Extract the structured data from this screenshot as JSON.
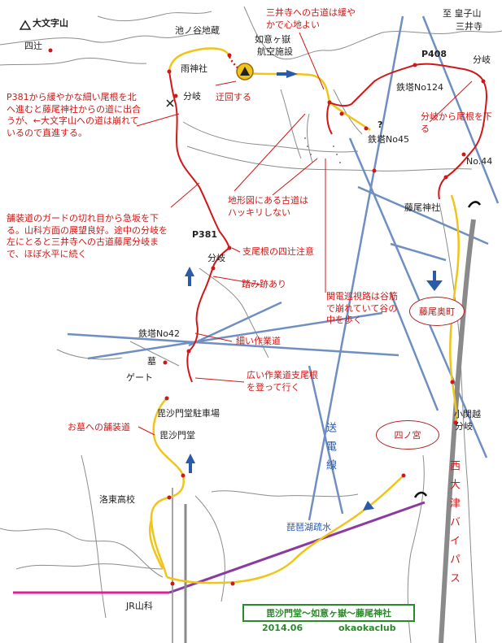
{
  "map": {
    "title_box": "毘沙門堂～如意ヶ嶽～藤尾神社",
    "date": "2014.06",
    "author": "okaokaclub",
    "peak_label": "大文字山",
    "heading_direction": "至 皇子山",
    "heading_direction2": "三井寺",
    "places": {
      "yotsutsuji": "四辻",
      "ikenoya_jizo": "池ノ谷地蔵",
      "nyoigatake": "如意ヶ嶽",
      "aviation": "航空施設",
      "amejinja": "雨神社",
      "bunki1": "分岐",
      "ukai": "迂回する",
      "p408": "P408",
      "bunki_ne": "分岐",
      "tetto124": "鉄塔No124",
      "tetto45": "鉄塔No45",
      "question": "?",
      "no44": "No.44",
      "fujio_jinja": "藤尾神社",
      "p381": "P381",
      "bunki2": "分岐",
      "tetto42": "鉄塔No42",
      "haka": "墓",
      "gate": "ゲート",
      "bishamon_parking": "毘沙門堂駐車場",
      "bishamondo": "毘沙門堂",
      "rakuto_hs": "洛東高校",
      "biwako_sosui": "琵琶湖疏水",
      "jr_yamashina": "JR山科",
      "kozeki": "小関越",
      "bunki3": "分岐",
      "shinomiya": "四ノ宮",
      "fujio_okumachi": "藤尾奥町",
      "sodensen": "送電線",
      "nishi_otsu_bypass": "西大津バイパス"
    },
    "notes": {
      "note_p381": "P381から緩やかな細い尾根を北へ進むと藤尾神社からの道に出合うが、←大文字山への道は崩れているので直進する。",
      "note_mii": "三井寺への古道は緩やかで心地よい",
      "note_bunki_one": "分岐から尾根を下る",
      "note_chikei": "地形図にある古道はハッキリしない",
      "note_hoso": "舗装道のガードの切れ目から急坂を下る。山科方面の展望良好。途中の分岐を左にとると三井寺への古道藤尾分岐まで、ほぼ水平に続く",
      "note_shione": "支尾根の四辻注意",
      "note_fumiato": "踏み跡あり",
      "note_kanden": "関電巡視路は谷筋で崩れていて谷の中を歩く",
      "note_hosoi": "細い作業道",
      "note_hiroi": "広い作業道支尾根を登って行く",
      "note_ohaka": "お墓への舗装道"
    },
    "colors": {
      "route": "#d01818",
      "yellow_road": "#f0c419",
      "power_line": "#6f8fc2",
      "river": "#7f7f7f",
      "magenta": "#e0209a",
      "purple": "#8a3aa0",
      "green": "#2a8a2a"
    }
  }
}
